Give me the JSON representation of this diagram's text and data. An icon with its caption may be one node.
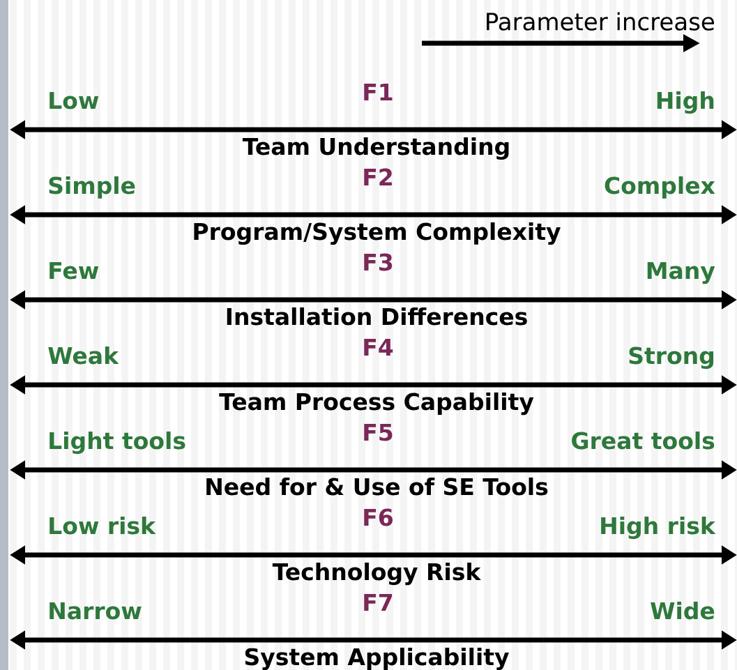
{
  "diagram": {
    "labels": [
      "Parameter increase",
      "Low",
      "F1",
      "High",
      "Team Understanding",
      "Simple",
      "F2",
      "Complex",
      "Program/System Complexity",
      "Few",
      "F3",
      "Many",
      "Installation Differences",
      "Weak",
      "F4",
      "Strong",
      "Team Process Capability",
      "Light tools",
      "F5",
      "Great tools",
      "Need for & Use of SE Tools",
      "Low risk",
      "F6",
      "High risk",
      "Technology Risk",
      "Narrow",
      "F7",
      "Wide",
      "System Applicability"
    ]
  }
}
